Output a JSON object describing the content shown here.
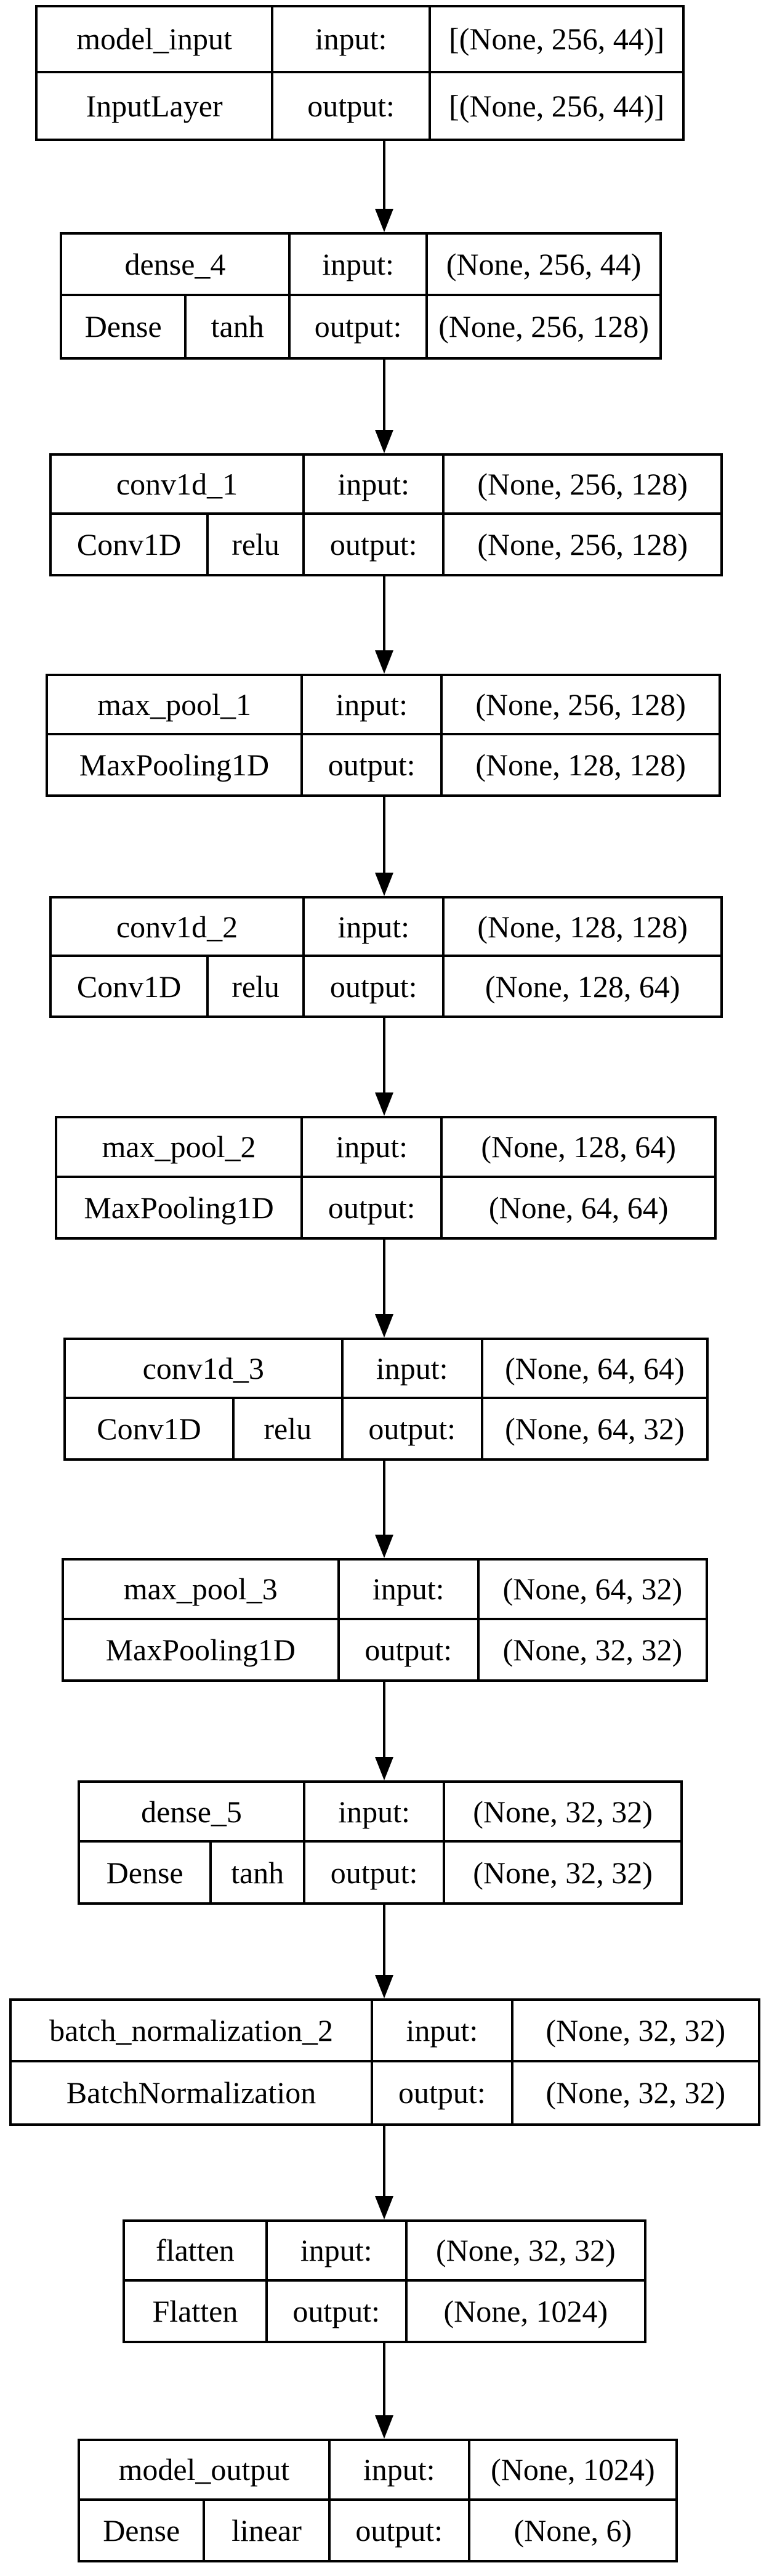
{
  "layers": [
    {
      "name": "model_input",
      "class": "InputLayer",
      "activation": "",
      "input_label": "input:",
      "output_label": "output:",
      "input_shape": "[(None, 256, 44)]",
      "output_shape": "[(None, 256, 44)]"
    },
    {
      "name": "dense_4",
      "class": "Dense",
      "activation": "tanh",
      "input_label": "input:",
      "output_label": "output:",
      "input_shape": "(None, 256, 44)",
      "output_shape": "(None, 256, 128)"
    },
    {
      "name": "conv1d_1",
      "class": "Conv1D",
      "activation": "relu",
      "input_label": "input:",
      "output_label": "output:",
      "input_shape": "(None, 256, 128)",
      "output_shape": "(None, 256, 128)"
    },
    {
      "name": "max_pool_1",
      "class": "MaxPooling1D",
      "activation": "",
      "input_label": "input:",
      "output_label": "output:",
      "input_shape": "(None, 256, 128)",
      "output_shape": "(None, 128, 128)"
    },
    {
      "name": "conv1d_2",
      "class": "Conv1D",
      "activation": "relu",
      "input_label": "input:",
      "output_label": "output:",
      "input_shape": "(None, 128, 128)",
      "output_shape": "(None, 128, 64)"
    },
    {
      "name": "max_pool_2",
      "class": "MaxPooling1D",
      "activation": "",
      "input_label": "input:",
      "output_label": "output:",
      "input_shape": "(None, 128, 64)",
      "output_shape": "(None, 64, 64)"
    },
    {
      "name": "conv1d_3",
      "class": "Conv1D",
      "activation": "relu",
      "input_label": "input:",
      "output_label": "output:",
      "input_shape": "(None, 64, 64)",
      "output_shape": "(None, 64, 32)"
    },
    {
      "name": "max_pool_3",
      "class": "MaxPooling1D",
      "activation": "",
      "input_label": "input:",
      "output_label": "output:",
      "input_shape": "(None, 64, 32)",
      "output_shape": "(None, 32, 32)"
    },
    {
      "name": "dense_5",
      "class": "Dense",
      "activation": "tanh",
      "input_label": "input:",
      "output_label": "output:",
      "input_shape": "(None, 32, 32)",
      "output_shape": "(None, 32, 32)"
    },
    {
      "name": "batch_normalization_2",
      "class": "BatchNormalization",
      "activation": "",
      "input_label": "input:",
      "output_label": "output:",
      "input_shape": "(None, 32, 32)",
      "output_shape": "(None, 32, 32)"
    },
    {
      "name": "flatten",
      "class": "Flatten",
      "activation": "",
      "input_label": "input:",
      "output_label": "output:",
      "input_shape": "(None, 32, 32)",
      "output_shape": "(None, 1024)"
    },
    {
      "name": "model_output",
      "class": "Dense",
      "activation": "linear",
      "input_label": "input:",
      "output_label": "output:",
      "input_shape": "(None, 1024)",
      "output_shape": "(None, 6)"
    }
  ]
}
